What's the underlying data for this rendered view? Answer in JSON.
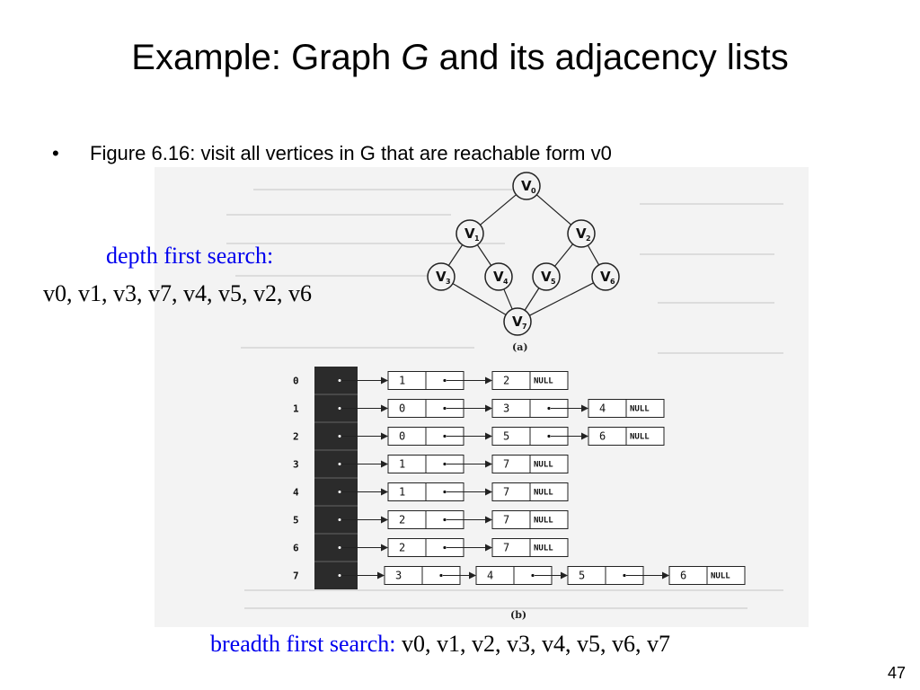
{
  "title": {
    "before": "Example: Graph ",
    "italic": "G",
    "after": " and its adjacency lists"
  },
  "bullet": {
    "symbol": "•",
    "text": "Figure 6.16: visit all vertices in G that are reachable form v0"
  },
  "dfs": {
    "label": "depth first search:",
    "sequence": "v0, v1, v3, v7, v4, v5, v2, v6"
  },
  "bfs": {
    "label": "breadth first search:",
    "sequence": " v0, v1, v2, v3, v4, v5, v6, v7"
  },
  "page_number": "47",
  "figure": {
    "caption_a": "(a)",
    "caption_b": "(b)",
    "null_label": "NULL",
    "vertices": [
      {
        "letter": "V",
        "sub": "0"
      },
      {
        "letter": "V",
        "sub": "1"
      },
      {
        "letter": "V",
        "sub": "2"
      },
      {
        "letter": "V",
        "sub": "3"
      },
      {
        "letter": "V",
        "sub": "4"
      },
      {
        "letter": "V",
        "sub": "5"
      },
      {
        "letter": "V",
        "sub": "6"
      },
      {
        "letter": "V",
        "sub": "7"
      }
    ],
    "edges": [
      [
        0,
        1
      ],
      [
        0,
        2
      ],
      [
        1,
        3
      ],
      [
        1,
        4
      ],
      [
        2,
        5
      ],
      [
        2,
        6
      ],
      [
        3,
        7
      ],
      [
        4,
        7
      ],
      [
        5,
        7
      ],
      [
        6,
        7
      ]
    ],
    "adjacency": [
      {
        "index": "0",
        "list": [
          "1",
          "2"
        ]
      },
      {
        "index": "1",
        "list": [
          "0",
          "3",
          "4"
        ]
      },
      {
        "index": "2",
        "list": [
          "0",
          "5",
          "6"
        ]
      },
      {
        "index": "3",
        "list": [
          "1",
          "7"
        ]
      },
      {
        "index": "4",
        "list": [
          "1",
          "7"
        ]
      },
      {
        "index": "5",
        "list": [
          "2",
          "7"
        ]
      },
      {
        "index": "6",
        "list": [
          "2",
          "7"
        ]
      },
      {
        "index": "7",
        "list": [
          "3",
          "4",
          "5",
          "6"
        ]
      }
    ]
  }
}
